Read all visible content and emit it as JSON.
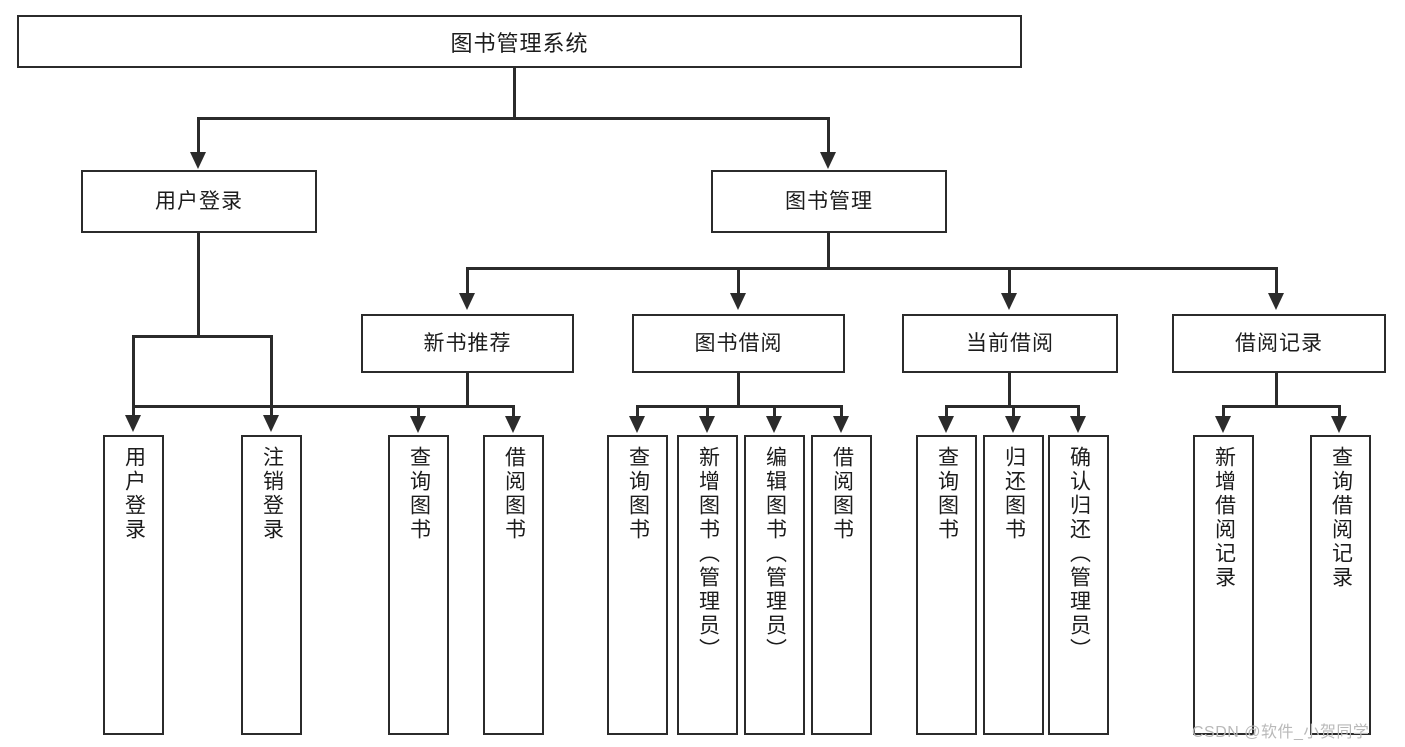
{
  "diagram": {
    "title": "图书管理系统",
    "type": "功能结构图",
    "root": {
      "label": "图书管理系统"
    },
    "level2": [
      {
        "label": "用户登录"
      },
      {
        "label": "图书管理"
      }
    ],
    "level3": [
      {
        "label": "新书推荐"
      },
      {
        "label": "图书借阅"
      },
      {
        "label": "当前借阅"
      },
      {
        "label": "借阅记录"
      }
    ],
    "leaves": {
      "user_login": [
        {
          "label": "用户登录"
        },
        {
          "label": "注销登录"
        }
      ],
      "new_book": [
        {
          "label": "查询图书"
        },
        {
          "label": "借阅图书"
        }
      ],
      "book_borrow": [
        {
          "label": "查询图书"
        },
        {
          "label": "新增图书（管理员）"
        },
        {
          "label": "编辑图书（管理员）"
        },
        {
          "label": "借阅图书"
        }
      ],
      "current_borrow": [
        {
          "label": "查询图书"
        },
        {
          "label": "归还图书"
        },
        {
          "label": "确认归还（管理员）"
        }
      ],
      "borrow_record": [
        {
          "label": "新增借阅记录"
        },
        {
          "label": "查询借阅记录"
        }
      ]
    }
  },
  "watermark": {
    "text": "CSDN @软件_小贺同学"
  },
  "colors": {
    "stroke": "#2b2b2b",
    "fill": "#ffffff",
    "text": "#1c1c1c",
    "watermark": "#b9b9b9"
  }
}
